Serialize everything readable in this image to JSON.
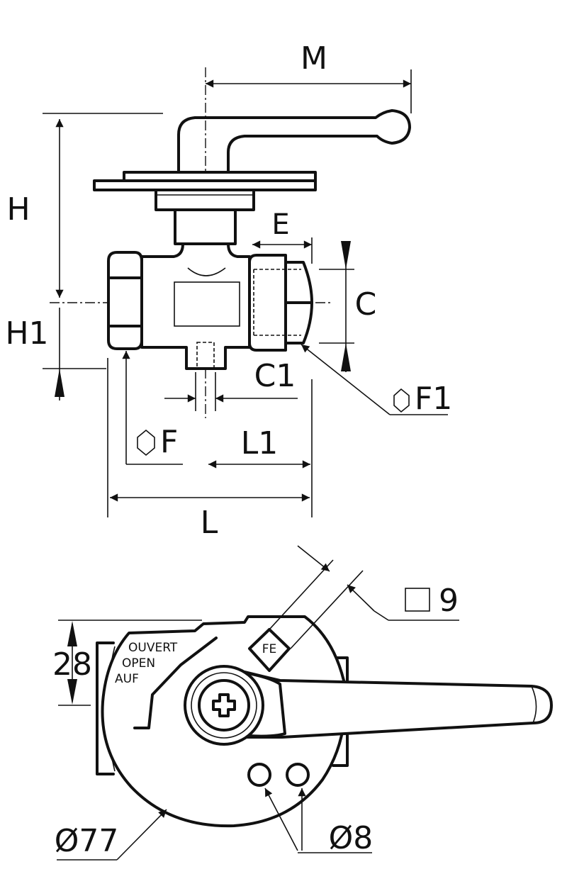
{
  "side_view": {
    "labels": {
      "M": "M",
      "H": "H",
      "H1": "H1",
      "E": "E",
      "C": "C",
      "C1": "C1",
      "F1": "F1",
      "F": "F",
      "L1": "L1",
      "L": "L"
    }
  },
  "top_view": {
    "labels": {
      "square9": "9",
      "fe": "FE",
      "ouvert": "OUVERT",
      "open": "OPEN",
      "auf": "AUF",
      "dim28": "28",
      "dia77": "Ø77",
      "dia8": "Ø8"
    }
  }
}
